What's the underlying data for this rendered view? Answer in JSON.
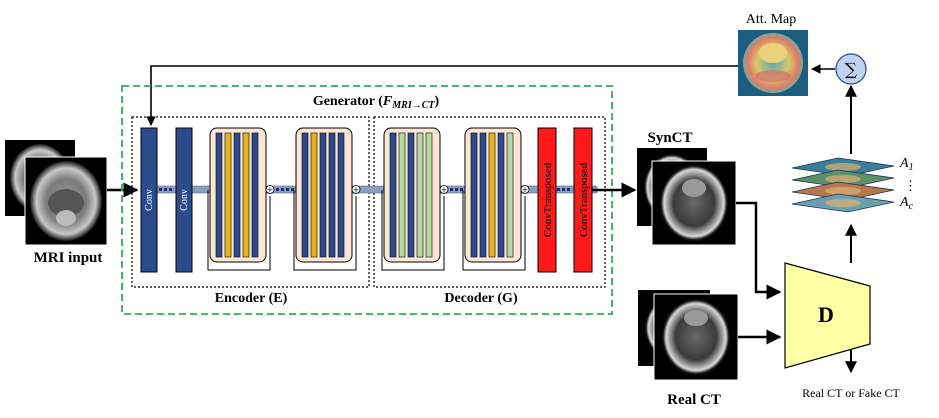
{
  "labels": {
    "att_map": "Att. Map",
    "generator": "Generator (",
    "generator_f": "F",
    "generator_sub": "MRI→CT",
    "generator_close": ")",
    "mri_input": "MRI input",
    "encoder": "Encoder (E)",
    "decoder": "Decoder (G)",
    "syn_ct": "SynCT",
    "real_ct": "Real CT",
    "discriminator": "D",
    "output": "Real CT or Fake CT",
    "sum_symbol": "∑",
    "a1_base": "A",
    "a1_sub": "1",
    "ac_base": "A",
    "ac_sub": "c",
    "vdots": "⋮",
    "conv": "Conv",
    "conv_transposed": "ConvTransposed",
    "plus": "+"
  },
  "colors": {
    "conv_blue": "#2b4b8c",
    "conv_transposed_red": "#ff1a1a",
    "res_block_bg": "#fbe6d6",
    "generator_border": "#2db14d",
    "discriminator_fill": "#ffffa6",
    "sum_circle": "#c3d2f0",
    "skip_bar": "#8aa0bf",
    "layer_blue": "#2c4a8c",
    "layer_yellow": "#e8b320",
    "layer_green": "#b8d9a6"
  }
}
